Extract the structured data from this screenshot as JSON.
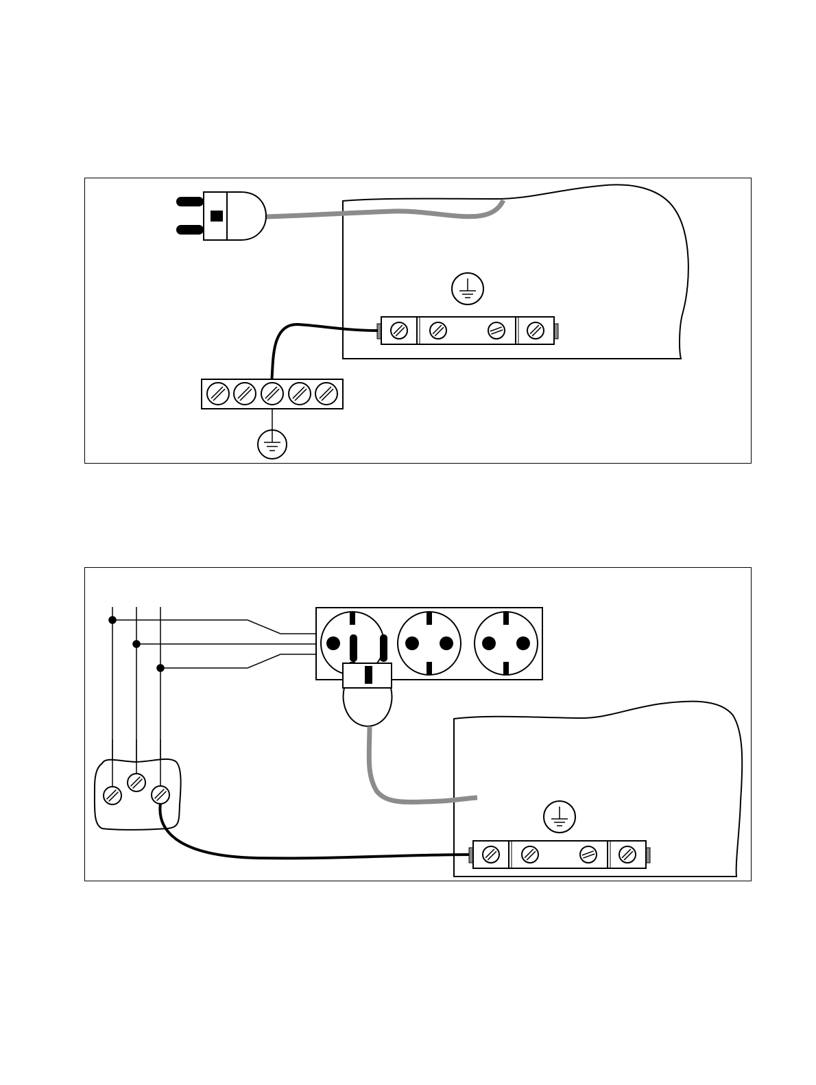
{
  "colors": {
    "line": "#000000",
    "cable_gray": "#8c8c8c",
    "terminal_fill": "#ffffff",
    "background": "#ffffff"
  },
  "diagrams": [
    {
      "id": "plug-to-device-ground",
      "components": [
        "two-pin-plug",
        "gray-power-cable",
        "device-housing",
        "protective-earth-symbol",
        "device-ground-terminal-strip",
        "black-ground-wire",
        "five-screw-terminal-block",
        "earth-ground-symbol"
      ]
    },
    {
      "id": "socket-strip-to-device-ground",
      "components": [
        "three-phase-supply-lines",
        "junction-box",
        "triple-socket-strip",
        "plug-in-socket",
        "gray-power-cable",
        "device-housing",
        "protective-earth-symbol",
        "device-ground-terminal-strip",
        "black-ground-wire"
      ]
    }
  ],
  "icons": [
    "earth-ground-icon",
    "protective-earth-icon",
    "screw-terminal-icon",
    "schuko-socket-icon",
    "plug-icon"
  ]
}
